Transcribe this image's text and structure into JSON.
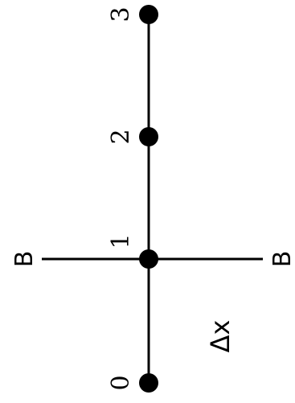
{
  "colors": {
    "ink": "#000000",
    "background": "#ffffff"
  },
  "nodes": [
    {
      "label": "0"
    },
    {
      "label": "1"
    },
    {
      "label": "2"
    },
    {
      "label": "3"
    }
  ],
  "boundary": {
    "label_left": "B",
    "label_right": "B"
  },
  "spacing": {
    "label": "Δx"
  }
}
